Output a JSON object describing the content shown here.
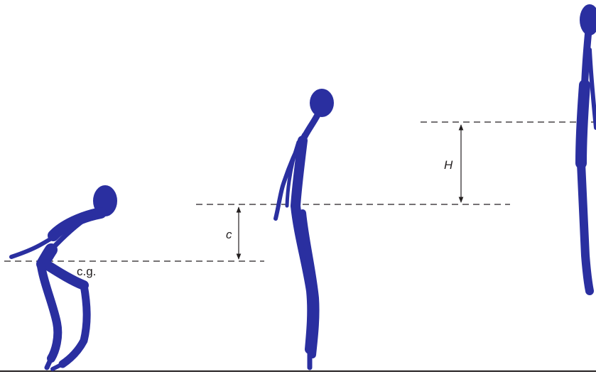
{
  "colors": {
    "figure": "#2a2fa0",
    "line": "#231f20",
    "background": "#ffffff"
  },
  "labels": {
    "cg": "c.g.",
    "c": "c",
    "h": "H"
  },
  "figures": [
    {
      "name": "crouching-figure"
    },
    {
      "name": "standing-figure"
    },
    {
      "name": "airborne-figure"
    }
  ]
}
